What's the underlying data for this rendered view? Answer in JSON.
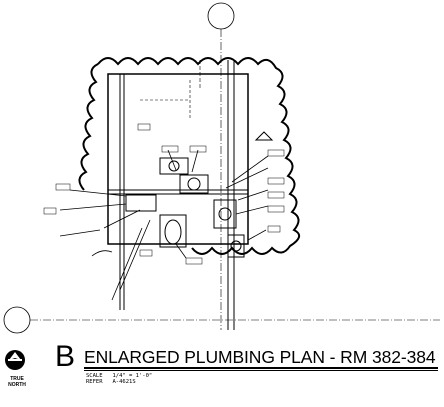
{
  "plan": {
    "view_letter": "B",
    "title": "ENLARGED PLUMBING PLAN - RM 382-384",
    "scale_label": "SCALE",
    "scale_value": "1/4\" = 1'-0\"",
    "refer_label": "REFER",
    "refer_value": "A-4621S",
    "north_label_line1": "TRUE",
    "north_label_line2": "NORTH"
  },
  "colors": {
    "ink": "#000000",
    "background": "#ffffff"
  },
  "icons": [
    "north-arrow-icon",
    "grid-bubble-icon"
  ]
}
